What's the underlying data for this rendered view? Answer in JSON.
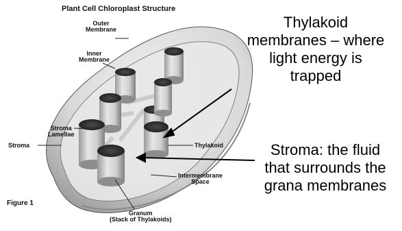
{
  "title": "Plant Cell Chloroplast Structure",
  "figure_label": "Figure 1",
  "labels": {
    "outer_membrane": [
      "Outer",
      "Membrane"
    ],
    "inner_membrane": [
      "Inner",
      "Membrane"
    ],
    "stroma_lamellae": [
      "Stroma",
      "Lamellae"
    ],
    "stroma": "Stroma",
    "thylakoid": "Thylakoid",
    "intermembrane_space": [
      "Intermembrane",
      "Space"
    ],
    "granum": [
      "Granum",
      "(Stack of Thylakoids)"
    ]
  },
  "annotations": {
    "thylakoid_note": [
      "Thylakoid",
      "membranes – where",
      "light energy is",
      "trapped"
    ],
    "stroma_note": [
      "Stroma: the fluid",
      "that surrounds the",
      "grana membranes"
    ]
  }
}
